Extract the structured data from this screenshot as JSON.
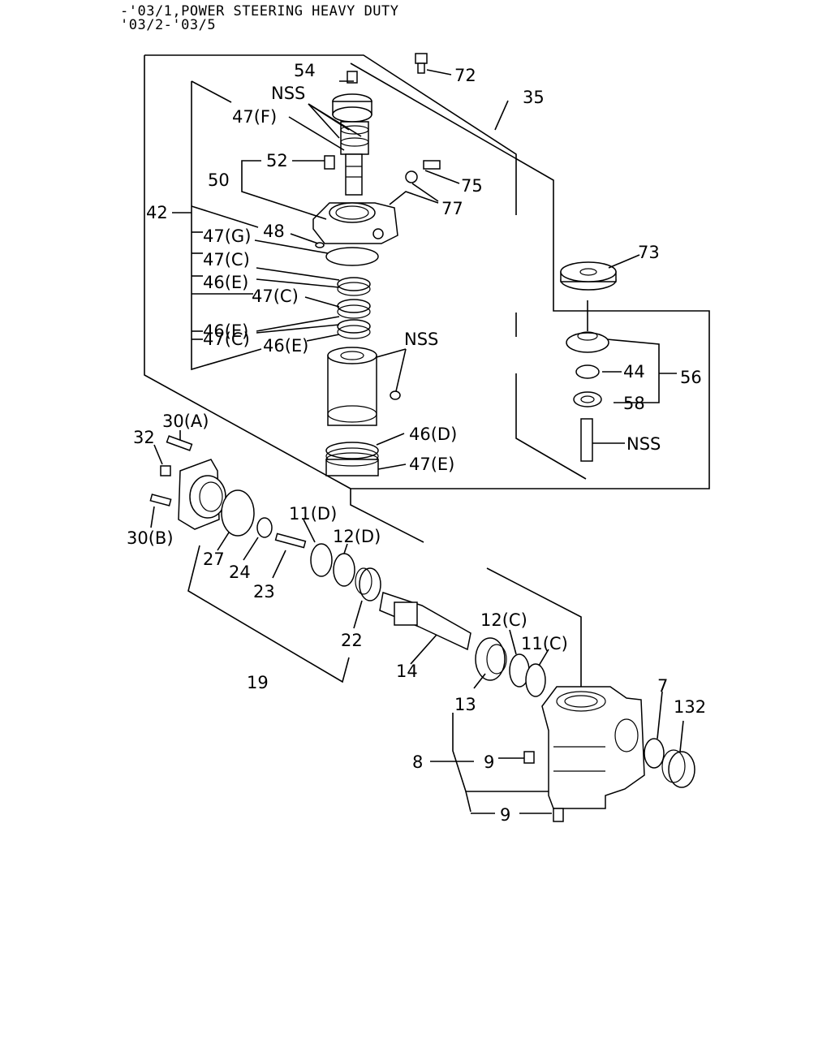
{
  "header": {
    "line1": "-'03/1,POWER STEERING HEAVY DUTY",
    "line2": "'03/2-'03/5"
  },
  "callouts": {
    "c54": "54",
    "c72": "72",
    "c35": "35",
    "nss_top": "NSS",
    "c47f": "47(F)",
    "c52": "52",
    "c50": "50",
    "c75": "75",
    "c77": "77",
    "c42": "42",
    "c48": "48",
    "c47g": "47(G)",
    "c47c_1": "47(C)",
    "c46e_1": "46(E)",
    "c47c_2": "47(C)",
    "c46e_2": "46(E)",
    "c47c_3": "47(C)",
    "c46e_3": "46(E)",
    "nss_mid": "NSS",
    "c73": "73",
    "c44": "44",
    "c56": "56",
    "c58": "58",
    "nss_right": "NSS",
    "c46d": "46(D)",
    "c47e": "47(E)",
    "c30a": "30(A)",
    "c32": "32",
    "c30b": "30(B)",
    "c27": "27",
    "c24": "24",
    "c23": "23",
    "c11d": "11(D)",
    "c12d": "12(D)",
    "c22": "22",
    "c19": "19",
    "c14": "14",
    "c12c": "12(C)",
    "c11c": "11(C)",
    "c13": "13",
    "c7": "7",
    "c132": "132",
    "c8": "8",
    "c9_upper": "9",
    "c9_lower": "9"
  }
}
